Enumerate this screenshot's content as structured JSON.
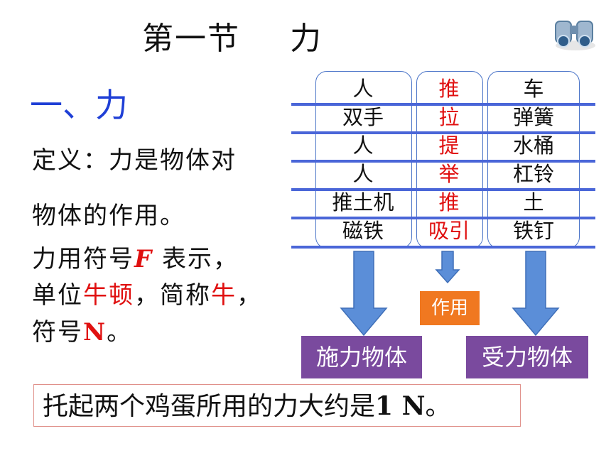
{
  "title": {
    "part1": "第一节",
    "part2": "力"
  },
  "section_heading": "一、力",
  "definition": {
    "line1": "定义：力是物体对",
    "line2": "物体的作用。"
  },
  "symbol_line": {
    "prefix": "力用符号",
    "symbol": "F",
    "suffix": " 表示，"
  },
  "unit_line": {
    "prefix": "单位",
    "unit": "牛顿",
    "mid": "，简称",
    "short": "牛",
    "end": "，"
  },
  "sign_line": {
    "prefix": "符号",
    "sign": "N",
    "end": "。"
  },
  "table": {
    "rows": [
      {
        "actor": "人",
        "action": "推",
        "receiver": "车"
      },
      {
        "actor": "双手",
        "action": "拉",
        "receiver": "弹簧"
      },
      {
        "actor": "人",
        "action": "提",
        "receiver": "水桶"
      },
      {
        "actor": "人",
        "action": "举",
        "receiver": "杠铃"
      },
      {
        "actor": "推土机",
        "action": "推",
        "receiver": "土"
      },
      {
        "actor": "磁铁",
        "action": "吸引",
        "receiver": "铁钉"
      }
    ]
  },
  "labels": {
    "actor": "施力物体",
    "action": "作用",
    "receiver": "受力物体"
  },
  "note": {
    "text": "托起两个鸡蛋所用的力大约是",
    "value": "1 N",
    "end": "。"
  },
  "colors": {
    "heading_blue": "#1f3fd6",
    "highlight_red": "#e01010",
    "line_blue": "#4a66d8",
    "arrow_blue": "#5b8ed8",
    "purple": "#7a4a9e",
    "orange": "#f07820"
  },
  "icons": {
    "top_right": "binoculars-icon"
  }
}
